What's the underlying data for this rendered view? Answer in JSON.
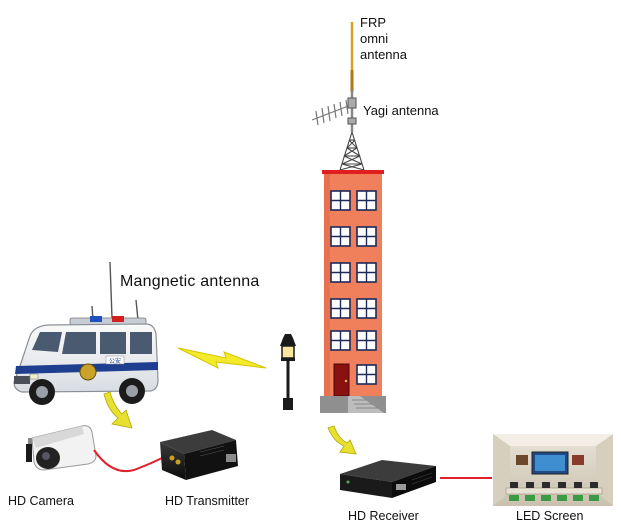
{
  "labels": {
    "frp_line1": "FRP",
    "frp_line2": "omni",
    "frp_line3": "antenna",
    "yagi": "Yagi antenna",
    "magnetic": "Mangnetic antenna",
    "camera": "HD Camera",
    "transmitter": "HD Transmitter",
    "receiver": "HD Receiver",
    "led_screen": "LED Screen"
  },
  "vehicle_markings": {
    "plate": "公安"
  },
  "colors": {
    "building": "#f07f5c",
    "roof": "#e02020",
    "lightning": "#f2ea2a",
    "cable": "#e0202a",
    "arrow": "#e8e030"
  },
  "icons": [
    "frp-omni-antenna-icon",
    "yagi-antenna-icon",
    "lattice-tower-icon",
    "building-icon",
    "street-lamp-icon",
    "police-van-icon",
    "hd-camera-icon",
    "hd-transmitter-icon",
    "hd-receiver-icon",
    "led-screen-room-icon",
    "lightning-bolt-icon",
    "arrow-icon"
  ]
}
